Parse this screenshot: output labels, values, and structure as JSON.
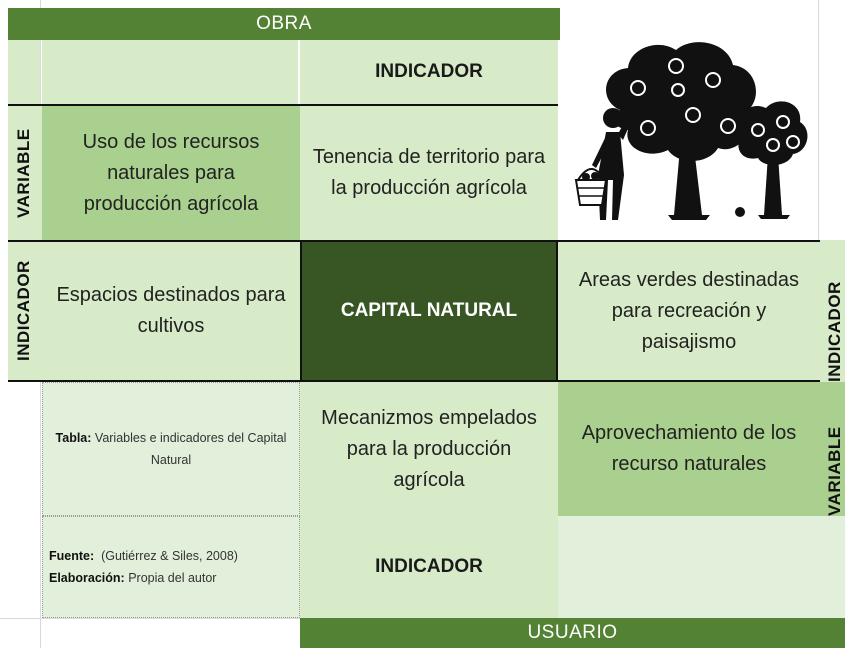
{
  "top_bar": {
    "label": "OBRA"
  },
  "bottom_bar": {
    "label": "USUARIO"
  },
  "top_indicator": {
    "label": "INDICADOR"
  },
  "bottom_indicator": {
    "label": "INDICADOR"
  },
  "left_variable": {
    "side_label": "VARIABLE",
    "text": "Uso de los recursos naturales para producción  agrícola"
  },
  "top_right_indicator": {
    "text": "Tenencia de territorio para la producción agrícola"
  },
  "left_indicator": {
    "side_label": "INDICADOR",
    "text": "Espacios destinados para cultivos"
  },
  "center": {
    "label": "CAPITAL NATURAL"
  },
  "right_indicator": {
    "side_label": "INDICADOR",
    "text": "Areas verdes destinadas para recreación y paisajismo"
  },
  "bottom_mid_indicator": {
    "text": "Mecanizmos empelados para la producción agrícola"
  },
  "right_variable": {
    "side_label": "VARIABLE",
    "text": "Aprovechamiento de los recurso naturales"
  },
  "caption": {
    "label": "Tabla:",
    "text": "Variables e indicadores del Capital Natural"
  },
  "source": {
    "label": "Fuente:",
    "text": "(Gutiérrez & Siles, 2008)",
    "author_label": "Elaboración:",
    "author_text": "Propia del autor"
  },
  "illustration": {
    "icon": "apple-tree-picker-icon"
  },
  "colors": {
    "dark_green": "#375623",
    "bar_green": "#548235",
    "mid_green": "#a9d08e",
    "light_green": "#d8ebc8",
    "pale_green": "#e2efda"
  }
}
